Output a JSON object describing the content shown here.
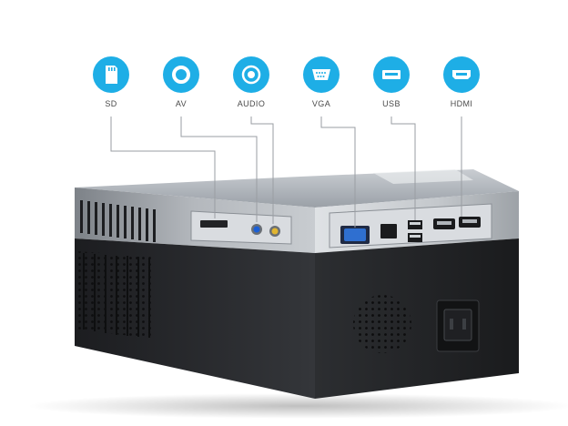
{
  "accent_color": "#1eaee6",
  "ports": [
    {
      "label": "SD",
      "icon": "sd-card-icon"
    },
    {
      "label": "AV",
      "icon": "av-ring-icon"
    },
    {
      "label": "AUDIO",
      "icon": "audio-jack-icon"
    },
    {
      "label": "VGA",
      "icon": "vga-port-icon"
    },
    {
      "label": "USB",
      "icon": "usb-port-icon"
    },
    {
      "label": "HDMI",
      "icon": "hdmi-port-icon"
    }
  ]
}
